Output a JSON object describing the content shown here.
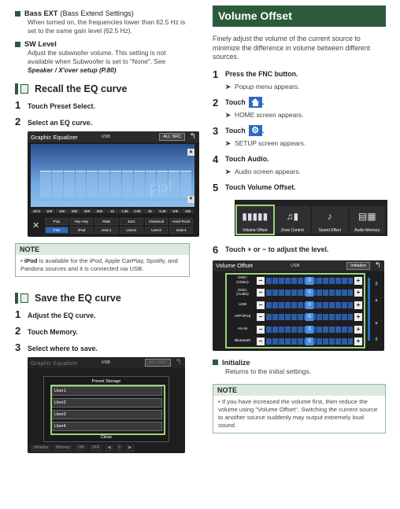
{
  "left": {
    "bass_ext": {
      "title": "Bass EXT",
      "subtitle": "(Bass Extend Settings)",
      "text": "When turned on, the frequencies lower than 62.5 Hz is set to the same gain level (62.5 Hz)."
    },
    "sw_level": {
      "title": "SW Level",
      "text": "Adjust the subwoofer volume. This setting is not available when Subwoofer is set to \"None\". See",
      "link": "Speaker / X'over setup (P.80)",
      "end": "."
    },
    "recall": {
      "title": "Recall the EQ curve",
      "step1_pre": "Touch ",
      "step1_key": "Preset Select",
      "step1_post": ".",
      "step2": "Select an EQ curve."
    },
    "eq_screen": {
      "title": "Graphic Equalizer",
      "source": "USB",
      "all_src": "ALL SRC",
      "back": "↰",
      "watermark": "Flat",
      "freqs": [
        "62.5",
        "100",
        "160",
        "250",
        "400",
        "630",
        "1k",
        "1.6k",
        "2.5k",
        "4k",
        "6.3k",
        "10k",
        "16k"
      ],
      "close": "✕",
      "presets_row1": [
        "Pop",
        "Hip Hop",
        "R&B",
        "Jazz",
        "Classical",
        "Hard Rock"
      ],
      "presets_row2": [
        "Flat",
        "iPod",
        "User1",
        "User2",
        "User3",
        "User4"
      ]
    },
    "note": {
      "head": "NOTE",
      "bullet": "•",
      "key": "iPod",
      "text": " is available for the iPod, Apple CarPlay, Spotify, and Pandora sources and it is connected via USB."
    },
    "save": {
      "title": "Save the EQ curve",
      "step1": "Adjust the EQ curve.",
      "step2_pre": "Touch ",
      "step2_key": "Memory",
      "step2_post": ".",
      "step3": "Select where to save."
    },
    "save_screen": {
      "title": "Graphic Equalizer",
      "source": "USB",
      "all_src": "ALL SRC",
      "back": "↰",
      "dialog_title": "Preset Storage",
      "items": [
        "User1",
        "User2",
        "User3",
        "User4"
      ],
      "close": "Close",
      "bottom": [
        "Initialize",
        "Memory",
        "ON",
        "OFF",
        "◀",
        "0",
        "▶"
      ]
    }
  },
  "right": {
    "title": "Volume Offset",
    "intro": "Finely adjust the volume of the current source to minimize the difference in volume between different sources.",
    "steps": [
      {
        "n": "1",
        "pre": "Press the ",
        "key": "FNC",
        "post": " button.",
        "result": "Popup menu appears."
      },
      {
        "n": "2",
        "pre": "Touch ",
        "key": "",
        "post": ".",
        "result": "HOME screen appears."
      },
      {
        "n": "3",
        "pre": "Touch ",
        "key": "",
        "post": ".",
        "result": "SETUP screen appears."
      },
      {
        "n": "4",
        "pre": "Touch ",
        "key": "Audio",
        "post": ".",
        "result": "Audio screen appears."
      },
      {
        "n": "5",
        "pre": "Touch ",
        "key": "Volume Offset",
        "post": "."
      },
      {
        "n": "6",
        "pre": "Touch ",
        "key": "+",
        "mid": " or ",
        "key2": "−",
        "post": " to adjust the level."
      }
    ],
    "result_arrow": "➤",
    "audio_tiles": [
      "Volume Offset",
      "Zone Control",
      "Sound Effect",
      "Audio Memory"
    ],
    "vol_screen": {
      "title": "Volume Offset",
      "source": "USB",
      "init_btn": "Initialize",
      "back": "↰",
      "rows": [
        {
          "label": "DISC\n(Video)",
          "value": "0"
        },
        {
          "label": "DISC\n(Audio)",
          "value": "0"
        },
        {
          "label": "USB",
          "value": "0"
        },
        {
          "label": "APP/iPod",
          "value": "0"
        },
        {
          "label": "AV-IN",
          "value": "0"
        },
        {
          "label": "Bluetooth",
          "value": "0"
        }
      ],
      "minus": "−",
      "plus": "+"
    },
    "initialize": {
      "title": "Initialize",
      "text": "Returns to the initial settings."
    },
    "note": {
      "head": "NOTE",
      "bullet": "•",
      "text": "If you have increased the volume first, then reduce the volume using \"Volume Offset\". Switching the current source to another source suddenly may output extremely loud sound."
    }
  }
}
